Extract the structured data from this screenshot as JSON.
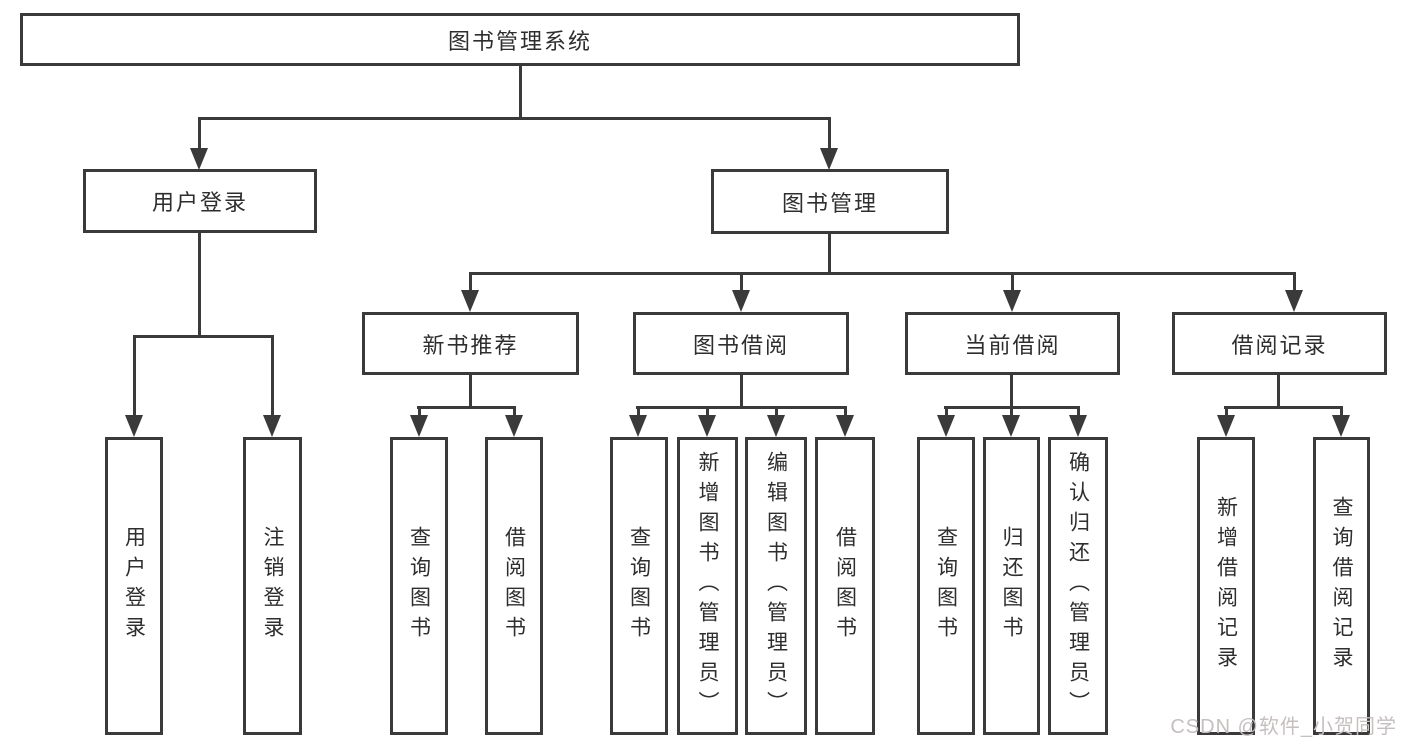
{
  "diagram": {
    "type": "hierarchy-tree",
    "root": {
      "label": "图书管理系统",
      "children": [
        {
          "label": "用户登录",
          "children": [
            {
              "label": "用户登录"
            },
            {
              "label": "注销登录"
            }
          ]
        },
        {
          "label": "图书管理",
          "children": [
            {
              "label": "新书推荐",
              "children": [
                {
                  "label": "查询图书"
                },
                {
                  "label": "借阅图书"
                }
              ]
            },
            {
              "label": "图书借阅",
              "children": [
                {
                  "label": "查询图书"
                },
                {
                  "label": "新增图书（管理员）"
                },
                {
                  "label": "编辑图书（管理员）"
                },
                {
                  "label": "借阅图书"
                }
              ]
            },
            {
              "label": "当前借阅",
              "children": [
                {
                  "label": "查询图书"
                },
                {
                  "label": "归还图书"
                },
                {
                  "label": "确认归还（管理员）"
                }
              ]
            },
            {
              "label": "借阅记录",
              "children": [
                {
                  "label": "新增借阅记录"
                },
                {
                  "label": "查询借阅记录"
                }
              ]
            }
          ]
        }
      ]
    }
  },
  "watermark": {
    "text": "CSDN @软件_小贺同学"
  },
  "colors": {
    "line": "#3a3a3a",
    "text": "#2e2e2e",
    "watermark": "#c5bfbf",
    "background": "#ffffff"
  }
}
